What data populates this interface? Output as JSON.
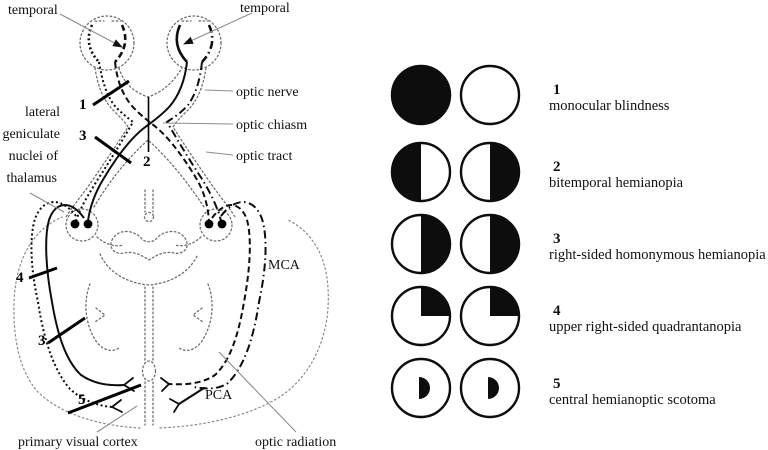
{
  "diagram": {
    "labels": {
      "temporal_left": "temporal",
      "temporal_right": "temporal",
      "optic_nerve": "optic nerve",
      "optic_chiasm": "optic chiasm",
      "optic_tract": "optic tract",
      "lgn_lines": [
        "lateral",
        "geniculate",
        "nuclei of",
        "thalamus"
      ],
      "mca": "MCA",
      "pca": "PCA",
      "primary_visual_cortex": "primary visual cortex",
      "optic_radiation": "optic radiation"
    },
    "numbers": {
      "1": "1",
      "2": "2",
      "3": "3",
      "4": "4",
      "5": "5"
    }
  },
  "legend": {
    "rows": [
      {
        "number": "1",
        "label": "monocular blindness",
        "left_field": "full",
        "right_field": "none"
      },
      {
        "number": "2",
        "label": "bitemporal hemianopia",
        "left_field": "left-half",
        "right_field": "right-half"
      },
      {
        "number": "3",
        "label": "right-sided homonymous hemianopia",
        "left_field": "right-half",
        "right_field": "right-half"
      },
      {
        "number": "4",
        "label": "upper right-sided quadrantanopia",
        "left_field": "upper-right-quadrant",
        "right_field": "upper-right-quadrant"
      },
      {
        "number": "5",
        "label": "central hemianoptic scotoma",
        "left_field": "central-scotoma",
        "right_field": "central-scotoma"
      }
    ]
  },
  "colors": {
    "ink": "#0d0d0d",
    "pointer_gray": "#8d8d8d",
    "outline_gray": "#8a8a8a",
    "background": "#ffffff"
  }
}
